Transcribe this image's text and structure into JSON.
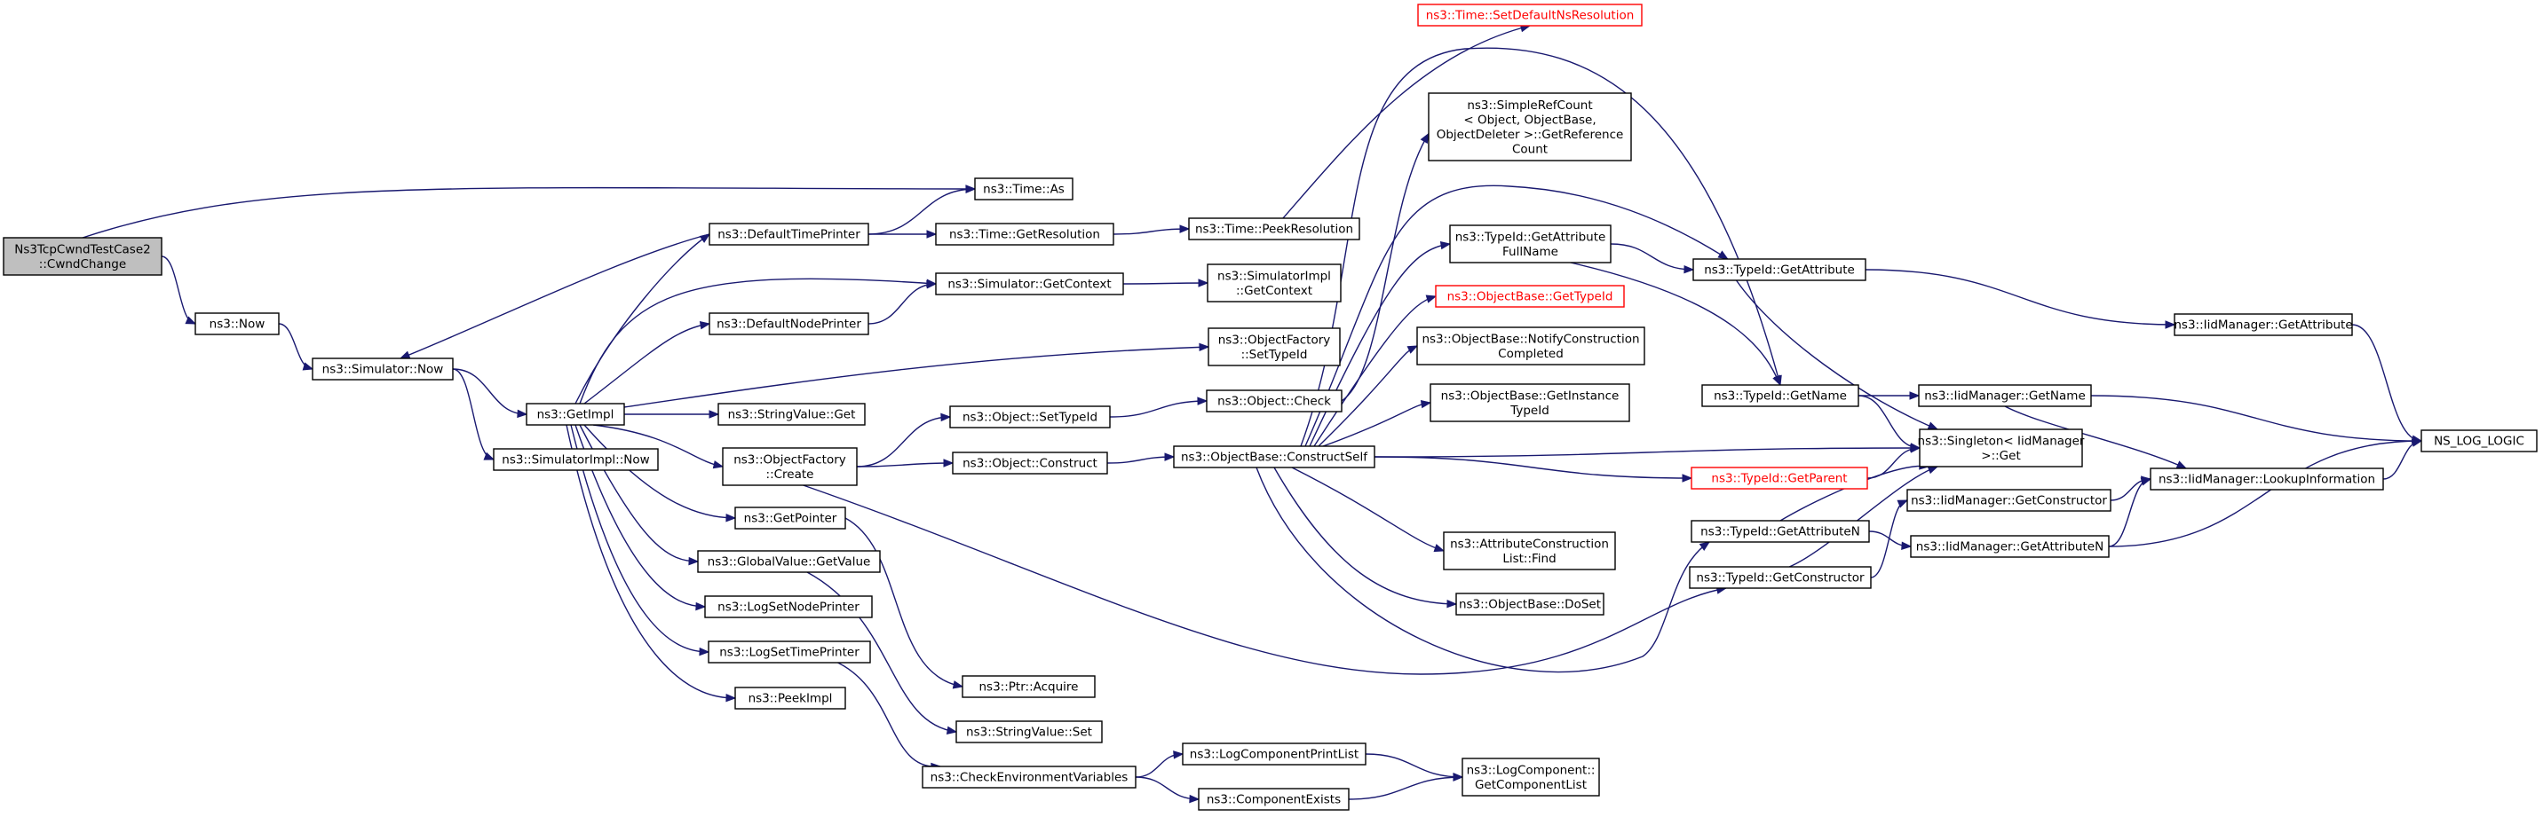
{
  "nodes": [
    {
      "id": "cwnd",
      "lines": [
        "Ns3TcpCwndTestCase2",
        "::CwndChange"
      ],
      "style": "root"
    },
    {
      "id": "now",
      "lines": [
        "ns3::Now"
      ]
    },
    {
      "id": "simnow",
      "lines": [
        "ns3::Simulator::Now"
      ]
    },
    {
      "id": "getimpl",
      "lines": [
        "ns3::GetImpl"
      ]
    },
    {
      "id": "simimplnow",
      "lines": [
        "ns3::SimulatorImpl::Now"
      ]
    },
    {
      "id": "deftime",
      "lines": [
        "ns3::DefaultTimePrinter"
      ]
    },
    {
      "id": "defnode",
      "lines": [
        "ns3::DefaultNodePrinter"
      ]
    },
    {
      "id": "strget",
      "lines": [
        "ns3::StringValue::Get"
      ]
    },
    {
      "id": "ofcreate",
      "lines": [
        "ns3::ObjectFactory",
        "::Create"
      ]
    },
    {
      "id": "getpointer",
      "lines": [
        "ns3::GetPointer"
      ]
    },
    {
      "id": "gvget",
      "lines": [
        "ns3::GlobalValue::GetValue"
      ]
    },
    {
      "id": "lognode",
      "lines": [
        "ns3::LogSetNodePrinter"
      ]
    },
    {
      "id": "logtime",
      "lines": [
        "ns3::LogSetTimePrinter"
      ]
    },
    {
      "id": "peekimpl",
      "lines": [
        "ns3::PeekImpl"
      ]
    },
    {
      "id": "timeas",
      "lines": [
        "ns3::Time::As"
      ]
    },
    {
      "id": "timegetres",
      "lines": [
        "ns3::Time::GetResolution"
      ]
    },
    {
      "id": "simgetctx",
      "lines": [
        "ns3::Simulator::GetContext"
      ]
    },
    {
      "id": "objsettype",
      "lines": [
        "ns3::Object::SetTypeId"
      ]
    },
    {
      "id": "objconstruct",
      "lines": [
        "ns3::Object::Construct"
      ]
    },
    {
      "id": "ptracquire",
      "lines": [
        "ns3::Ptr::Acquire"
      ]
    },
    {
      "id": "strset",
      "lines": [
        "ns3::StringValue::Set"
      ]
    },
    {
      "id": "checkenv",
      "lines": [
        "ns3::CheckEnvironmentVariables"
      ]
    },
    {
      "id": "timepeek",
      "lines": [
        "ns3::Time::PeekResolution"
      ]
    },
    {
      "id": "simimplctx",
      "lines": [
        "ns3::SimulatorImpl",
        "::GetContext"
      ]
    },
    {
      "id": "ofsettype",
      "lines": [
        "ns3::ObjectFactory",
        "::SetTypeId"
      ]
    },
    {
      "id": "objcheck",
      "lines": [
        "ns3::Object::Check"
      ]
    },
    {
      "id": "obconstructself",
      "lines": [
        "ns3::ObjectBase::ConstructSelf"
      ]
    },
    {
      "id": "logcompprint",
      "lines": [
        "ns3::LogComponentPrintList"
      ]
    },
    {
      "id": "compexists",
      "lines": [
        "ns3::ComponentExists"
      ]
    },
    {
      "id": "timesetdef",
      "lines": [
        "ns3::Time::SetDefaultNsResolution"
      ],
      "style": "red"
    },
    {
      "id": "simplerefcount",
      "lines": [
        "ns3::SimpleRefCount",
        "< Object, ObjectBase,",
        "ObjectDeleter >::GetReference",
        "Count"
      ]
    },
    {
      "id": "tidgetattrfull",
      "lines": [
        "ns3::TypeId::GetAttribute",
        "FullName"
      ]
    },
    {
      "id": "obgettypeid",
      "lines": [
        "ns3::ObjectBase::GetTypeId"
      ],
      "style": "red"
    },
    {
      "id": "obnotify",
      "lines": [
        "ns3::ObjectBase::NotifyConstruction",
        "Completed"
      ]
    },
    {
      "id": "obgetinst",
      "lines": [
        "ns3::ObjectBase::GetInstance",
        "TypeId"
      ]
    },
    {
      "id": "attrfind",
      "lines": [
        "ns3::AttributeConstruction",
        "List::Find"
      ]
    },
    {
      "id": "obdoset",
      "lines": [
        "ns3::ObjectBase::DoSet"
      ]
    },
    {
      "id": "logcompgetlist",
      "lines": [
        "ns3::LogComponent::",
        "GetComponentList"
      ]
    },
    {
      "id": "tidgetattr",
      "lines": [
        "ns3::TypeId::GetAttribute"
      ]
    },
    {
      "id": "tidgetname",
      "lines": [
        "ns3::TypeId::GetName"
      ]
    },
    {
      "id": "tidgetparent",
      "lines": [
        "ns3::TypeId::GetParent"
      ],
      "style": "red"
    },
    {
      "id": "tidgetattrn",
      "lines": [
        "ns3::TypeId::GetAttributeN"
      ]
    },
    {
      "id": "tidgetctor",
      "lines": [
        "ns3::TypeId::GetConstructor"
      ]
    },
    {
      "id": "singleton",
      "lines": [
        "ns3::Singleton< IidManager",
        ">::Get"
      ]
    },
    {
      "id": "iidgetname",
      "lines": [
        "ns3::IidManager::GetName"
      ]
    },
    {
      "id": "iidgetctor",
      "lines": [
        "ns3::IidManager::GetConstructor"
      ]
    },
    {
      "id": "iidgetattrn",
      "lines": [
        "ns3::IidManager::GetAttributeN"
      ]
    },
    {
      "id": "iidgetattr",
      "lines": [
        "ns3::IidManager::GetAttribute"
      ]
    },
    {
      "id": "iidlookup",
      "lines": [
        "ns3::IidManager::LookupInformation"
      ]
    },
    {
      "id": "nslog",
      "lines": [
        "NS_LOG_LOGIC"
      ]
    }
  ],
  "edges": [
    [
      "cwnd",
      "timeas"
    ],
    [
      "cwnd",
      "now"
    ],
    [
      "now",
      "simnow"
    ],
    [
      "simnow",
      "getimpl"
    ],
    [
      "simnow",
      "simimplnow"
    ],
    [
      "getimpl",
      "deftime"
    ],
    [
      "getimpl",
      "simgetctx"
    ],
    [
      "getimpl",
      "defnode"
    ],
    [
      "getimpl",
      "ofsettype"
    ],
    [
      "getimpl",
      "strget"
    ],
    [
      "getimpl",
      "ofcreate"
    ],
    [
      "getimpl",
      "getpointer"
    ],
    [
      "getimpl",
      "gvget"
    ],
    [
      "getimpl",
      "lognode"
    ],
    [
      "getimpl",
      "logtime"
    ],
    [
      "getimpl",
      "peekimpl"
    ],
    [
      "deftime",
      "timeas"
    ],
    [
      "deftime",
      "timegetres"
    ],
    [
      "deftime",
      "simnow"
    ],
    [
      "timegetres",
      "timepeek"
    ],
    [
      "timepeek",
      "timesetdef"
    ],
    [
      "simgetctx",
      "simimplctx"
    ],
    [
      "defnode",
      "simgetctx"
    ],
    [
      "ofcreate",
      "objsettype"
    ],
    [
      "ofcreate",
      "objconstruct"
    ],
    [
      "ofcreate",
      "tidgetctor"
    ],
    [
      "objsettype",
      "objcheck"
    ],
    [
      "objconstruct",
      "obconstructself"
    ],
    [
      "objcheck",
      "simplerefcount"
    ],
    [
      "getpointer",
      "ptracquire"
    ],
    [
      "gvget",
      "strset"
    ],
    [
      "logtime",
      "checkenv"
    ],
    [
      "checkenv",
      "logcompprint"
    ],
    [
      "checkenv",
      "compexists"
    ],
    [
      "logcompprint",
      "logcompgetlist"
    ],
    [
      "compexists",
      "logcompgetlist"
    ],
    [
      "obconstructself",
      "tidgetattrfull"
    ],
    [
      "obconstructself",
      "obgettypeid"
    ],
    [
      "obconstructself",
      "obnotify"
    ],
    [
      "obconstructself",
      "obgetinst"
    ],
    [
      "obconstructself",
      "attrfind"
    ],
    [
      "obconstructself",
      "obdoset"
    ],
    [
      "obconstructself",
      "tidgetattr"
    ],
    [
      "obconstructself",
      "tidgetname"
    ],
    [
      "obconstructself",
      "tidgetparent"
    ],
    [
      "obconstructself",
      "tidgetattrn"
    ],
    [
      "obconstructself",
      "singleton"
    ],
    [
      "tidgetattrfull",
      "tidgetattr"
    ],
    [
      "tidgetattrfull",
      "tidgetname"
    ],
    [
      "tidgetattr",
      "iidgetattr"
    ],
    [
      "tidgetattr",
      "singleton"
    ],
    [
      "tidgetname",
      "iidgetname"
    ],
    [
      "tidgetname",
      "singleton"
    ],
    [
      "tidgetparent",
      "singleton"
    ],
    [
      "tidgetattrn",
      "iidgetattrn"
    ],
    [
      "tidgetattrn",
      "singleton"
    ],
    [
      "tidgetctor",
      "iidgetctor"
    ],
    [
      "tidgetctor",
      "singleton"
    ],
    [
      "iidgetattr",
      "nslog"
    ],
    [
      "iidgetname",
      "nslog"
    ],
    [
      "iidgetname",
      "iidlookup"
    ],
    [
      "iidgetctor",
      "iidlookup"
    ],
    [
      "iidgetattrn",
      "iidlookup"
    ],
    [
      "iidgetattrn",
      "nslog"
    ],
    [
      "iidlookup",
      "nslog"
    ]
  ]
}
